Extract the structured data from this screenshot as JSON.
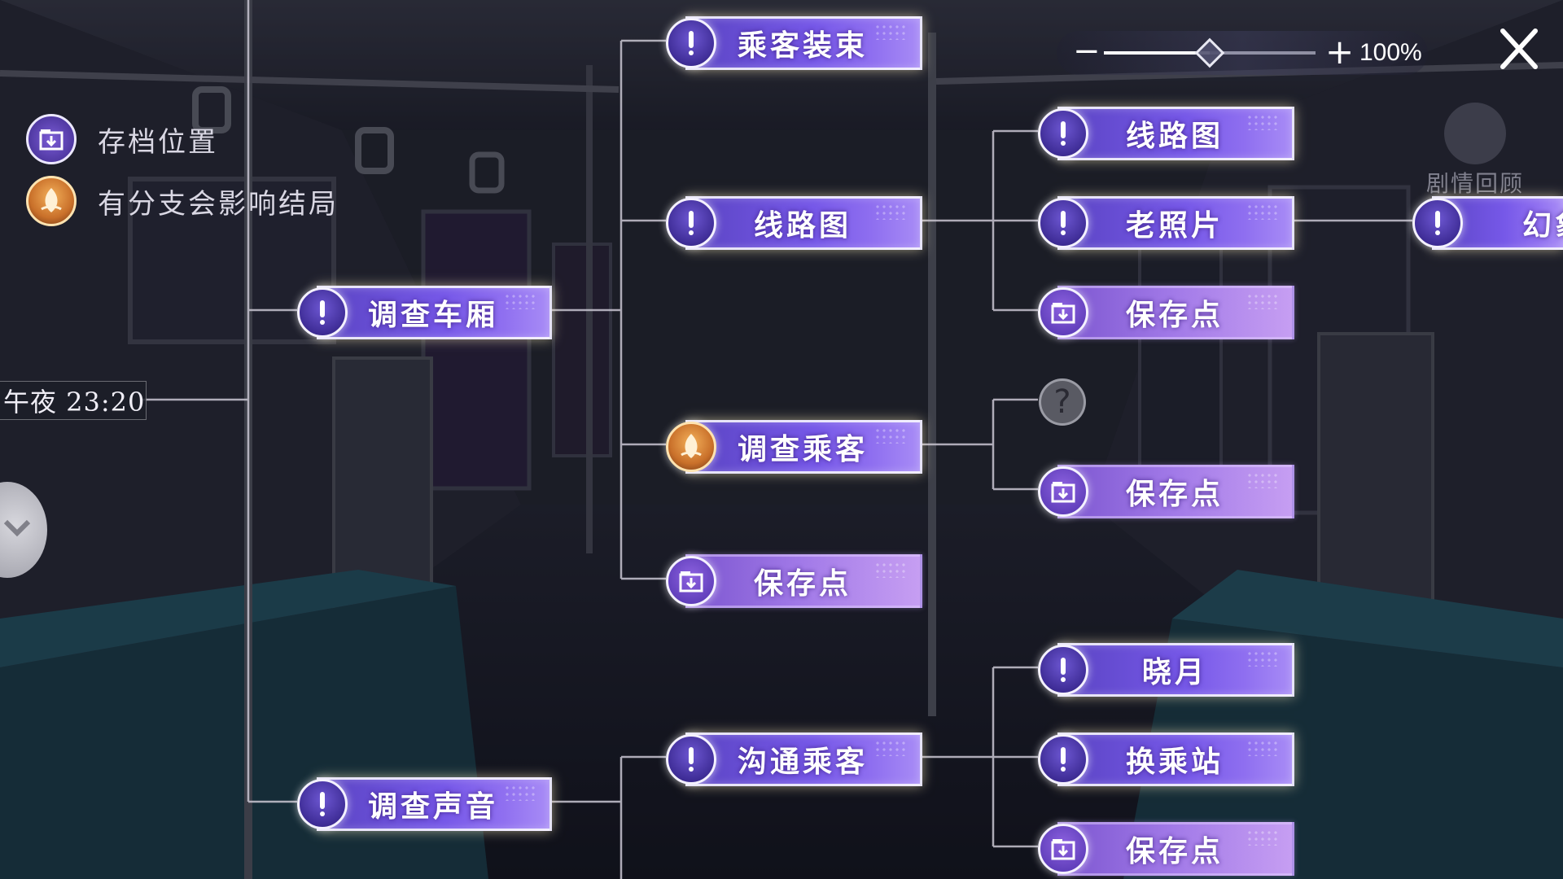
{
  "legend": {
    "save_label": "存档位置",
    "branch_label": "有分支会影响结局"
  },
  "time_label": "午夜 23:20",
  "zoom": {
    "minus": "−",
    "plus": "+",
    "value_label": "100%",
    "level_fraction": 0.5
  },
  "close_symbol": "X",
  "review_label": "剧情回顾",
  "nodes": {
    "investigate_car": "调查车厢",
    "investigate_sound": "调查声音",
    "passenger_outfit": "乘客装束",
    "route_map_1": "线路图",
    "investigate_passenger": "调查乘客",
    "save_point_1": "保存点",
    "talk_passenger": "沟通乘客",
    "route_map_2": "线路图",
    "old_photo": "老照片",
    "save_point_2": "保存点",
    "unknown": "?",
    "save_point_3": "保存点",
    "dawn_moon": "晓月",
    "transfer_station": "换乘站",
    "save_point_4": "保存点",
    "illusion": "幻象"
  },
  "colors": {
    "event_node": "#6a50dc",
    "save_node": "#a27ae8",
    "branch_badge": "#e08a38",
    "connector": "#c9c6d2"
  }
}
